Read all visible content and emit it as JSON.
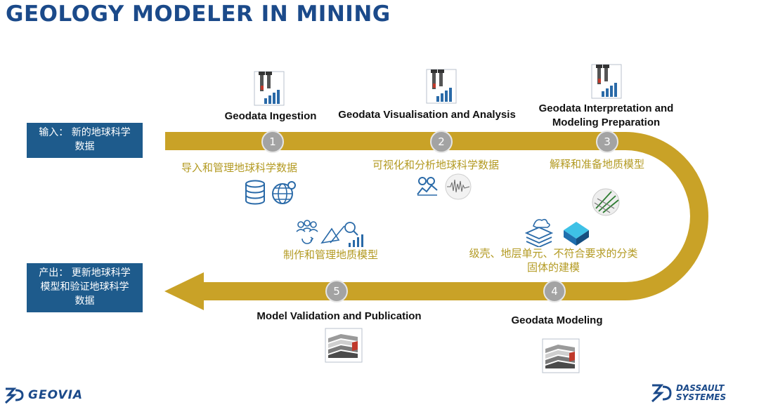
{
  "title": "GEOLOGY MODELER IN MINING",
  "input_box": {
    "lines": [
      "输入：  新的地球科学",
      "数据"
    ]
  },
  "output_box": {
    "lines": [
      "产出：  更新地球科学",
      "模型和验证地球科学",
      "数据"
    ]
  },
  "steps": [
    {
      "number": "1",
      "title": "Geodata Ingestion",
      "description": "导入和管理地球科学数据"
    },
    {
      "number": "2",
      "title": "Geodata Visualisation and Analysis",
      "description": "可视化和分析地球科学数据"
    },
    {
      "number": "3",
      "title_lines": [
        "Geodata Interpretation and",
        "Modeling Preparation"
      ],
      "description": "解释和准备地质模型"
    },
    {
      "number": "4",
      "title": "Geodata Modeling",
      "description_lines": [
        "级壳、地层单元、不符合要求的分类",
        "固体的建模"
      ]
    },
    {
      "number": "5",
      "title": "Model Validation and Publication",
      "description": "制作和管理地质模型"
    }
  ],
  "logos": {
    "left_text": "GEOVIA",
    "right_lines": [
      "DASSAULT",
      "SYSTEMES"
    ]
  },
  "colors": {
    "title": "#1b4a8a",
    "flow_arrow": "#c9a227",
    "io_box": "#1e5b8c",
    "step_circle": "#a3a3a3",
    "description_text": "#b39a22",
    "icon_blue": "#2a6aa8"
  },
  "icons": [
    "tool-chart-icon",
    "database-icon",
    "globe-icon",
    "binoculars-chart-icon",
    "seismic-disc-icon",
    "team-icon",
    "fault-lines-disc-icon",
    "layers-icon",
    "terrain-block-icon",
    "layered-model-icon"
  ]
}
